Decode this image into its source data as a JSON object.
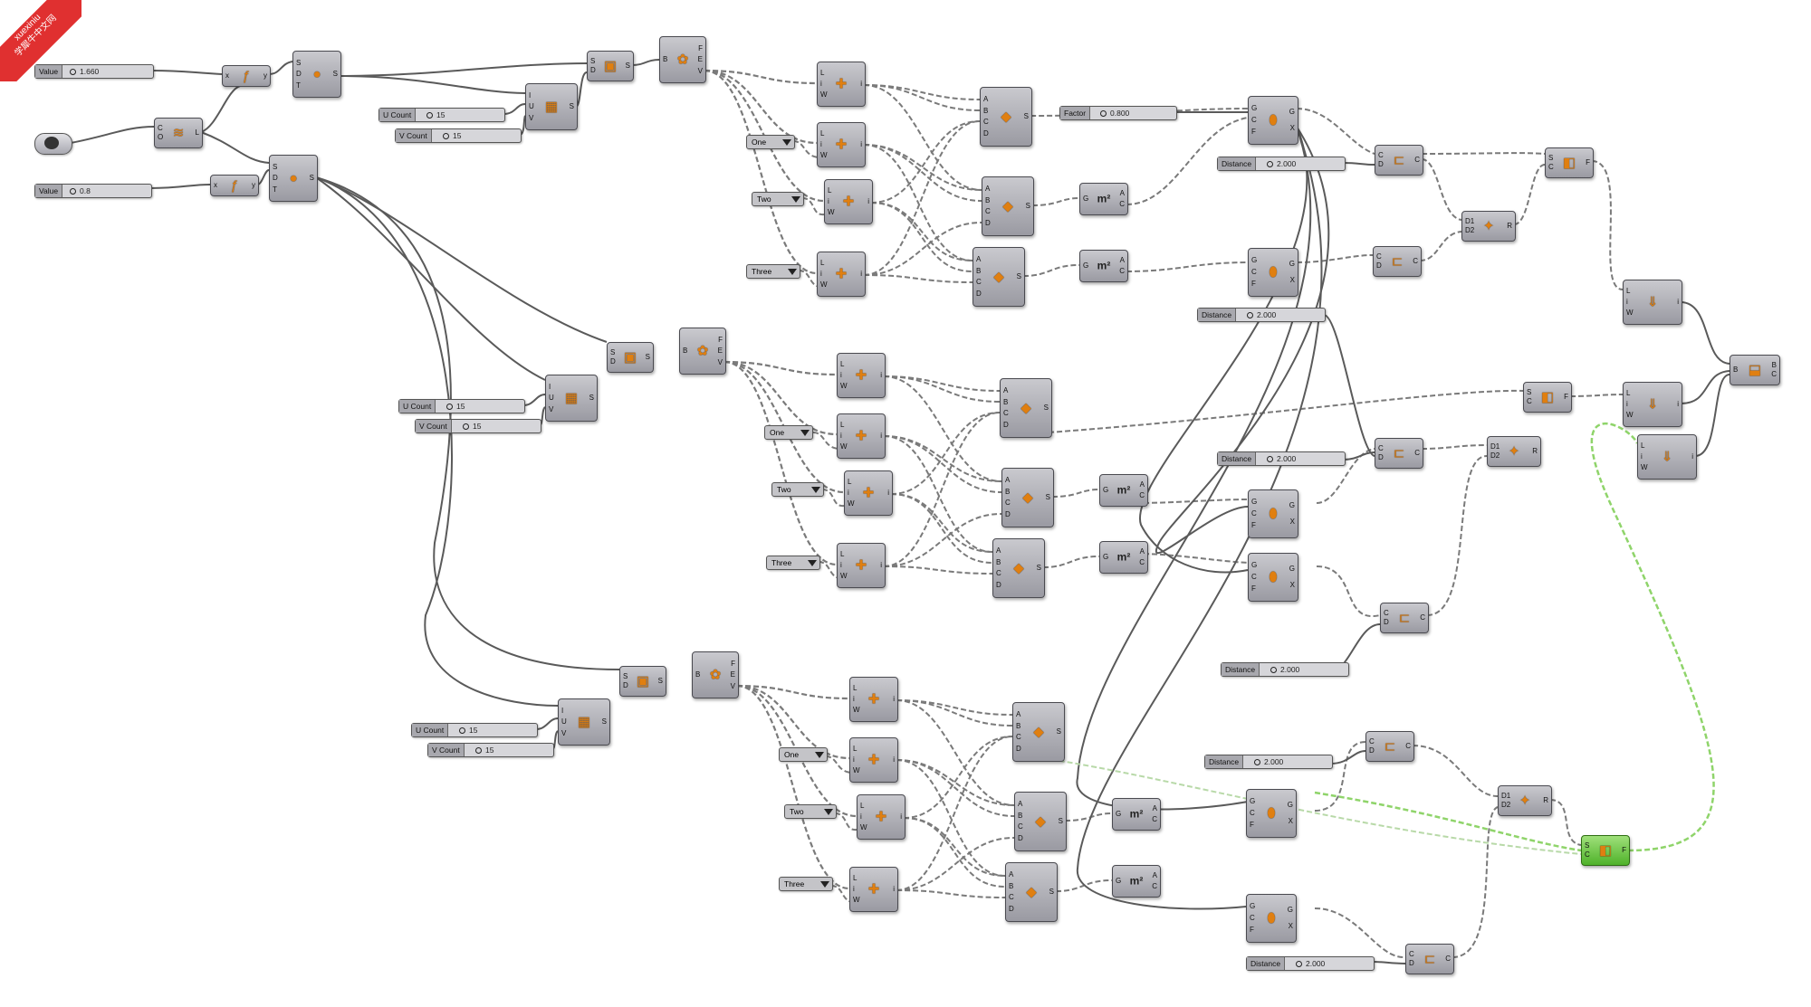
{
  "watermark": {
    "line1": "xuexiniu",
    "line2": "学犀牛中文网"
  },
  "colors": {
    "wire": "#5a5a5a",
    "wire_dashed": "#7a7a7a",
    "selected_wire": "#8fd46a",
    "node": "#b4b4ba",
    "selected_node": "#5cc12e",
    "icon": "#e07f10"
  },
  "sliders": {
    "value_a": {
      "label": "Value",
      "value": "1.660"
    },
    "value_b": {
      "label": "Value",
      "value": "0.8"
    },
    "ucount_1": {
      "label": "U Count",
      "value": "15"
    },
    "vcount_1": {
      "label": "V Count",
      "value": "15"
    },
    "ucount_2": {
      "label": "U Count",
      "value": "15"
    },
    "vcount_2": {
      "label": "V Count",
      "value": "15"
    },
    "ucount_3": {
      "label": "U Count",
      "value": "15"
    },
    "vcount_3": {
      "label": "V Count",
      "value": "15"
    },
    "factor": {
      "label": "Factor",
      "value": "0.800"
    },
    "distance_1": {
      "label": "Distance",
      "value": "2.000"
    },
    "distance_2": {
      "label": "Distance",
      "value": "2.000"
    },
    "distance_3": {
      "label": "Distance",
      "value": "2.000"
    },
    "distance_4": {
      "label": "Distance",
      "value": "2.000"
    },
    "distance_5": {
      "label": "Distance",
      "value": "2.000"
    },
    "distance_6": {
      "label": "Distance",
      "value": "2.000"
    }
  },
  "panels": {
    "one_1": "One",
    "two_1": "Two",
    "three_1": "Three",
    "one_2": "One",
    "two_2": "Two",
    "three_2": "Three",
    "one_3": "One",
    "two_3": "Two",
    "three_3": "Three"
  },
  "ports": {
    "x": "x",
    "y": "y",
    "S": "S",
    "D": "D",
    "T": "T",
    "C": "C",
    "O": "O",
    "L": "L",
    "I": "I",
    "U": "U",
    "V": "V",
    "B": "B",
    "F": "F",
    "E": "E",
    "W": "W",
    "i": "i",
    "A": "A",
    "G": "G",
    "X": "X",
    "R": "R",
    "D1": "D1",
    "D2": "D2"
  }
}
